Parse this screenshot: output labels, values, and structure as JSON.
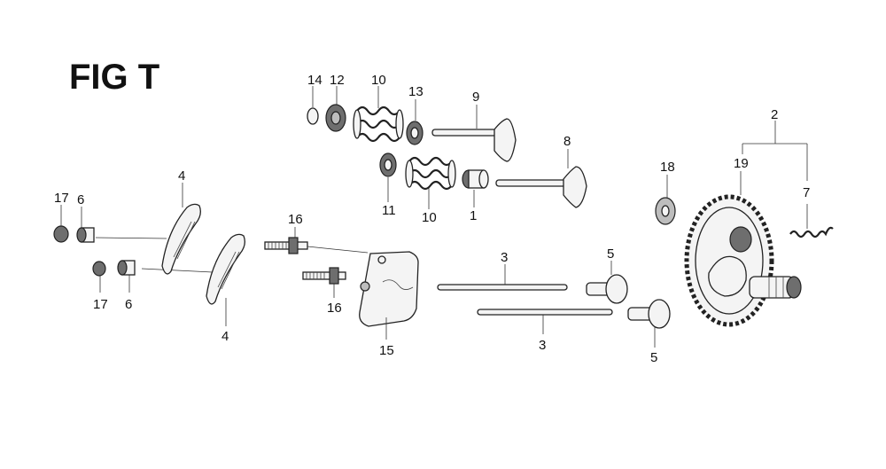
{
  "figure": {
    "title": "FIG T"
  },
  "callouts": [
    {
      "id": "c14a",
      "text": "14"
    },
    {
      "id": "c12",
      "text": "12"
    },
    {
      "id": "c10a",
      "text": "10"
    },
    {
      "id": "c13",
      "text": "13"
    },
    {
      "id": "c9",
      "text": "9"
    },
    {
      "id": "c8",
      "text": "8"
    },
    {
      "id": "c11",
      "text": "11"
    },
    {
      "id": "c10b",
      "text": "10"
    },
    {
      "id": "c1",
      "text": "1"
    },
    {
      "id": "c2",
      "text": "2"
    },
    {
      "id": "c18",
      "text": "18"
    },
    {
      "id": "c19",
      "text": "19"
    },
    {
      "id": "c7",
      "text": "7"
    },
    {
      "id": "c4a",
      "text": "4"
    },
    {
      "id": "c4b",
      "text": "4"
    },
    {
      "id": "c17a",
      "text": "17"
    },
    {
      "id": "c6a",
      "text": "6"
    },
    {
      "id": "c17b",
      "text": "17"
    },
    {
      "id": "c6b",
      "text": "6"
    },
    {
      "id": "c16a",
      "text": "16"
    },
    {
      "id": "c16b",
      "text": "16"
    },
    {
      "id": "c15",
      "text": "15"
    },
    {
      "id": "c3a",
      "text": "3"
    },
    {
      "id": "c3b",
      "text": "3"
    },
    {
      "id": "c5a",
      "text": "5"
    },
    {
      "id": "c5b",
      "text": "5"
    }
  ]
}
